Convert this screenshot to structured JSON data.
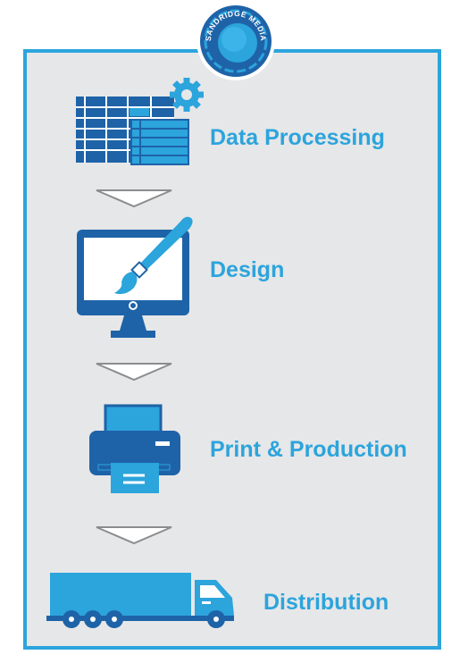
{
  "logo": {
    "text": "SANDRIDGE MEDIA",
    "icon": "logo-seal"
  },
  "colors": {
    "accent": "#2ca4dc",
    "dark": "#1e63a8",
    "frame_bg": "#e6e7e8",
    "arrow": "#8a8c8e"
  },
  "steps": [
    {
      "label": "Data Processing",
      "icon": "spreadsheet-gear-icon"
    },
    {
      "label": "Design",
      "icon": "monitor-paintbrush-icon"
    },
    {
      "label": "Print & Production",
      "icon": "printer-icon"
    },
    {
      "label": "Distribution",
      "icon": "truck-icon"
    }
  ]
}
